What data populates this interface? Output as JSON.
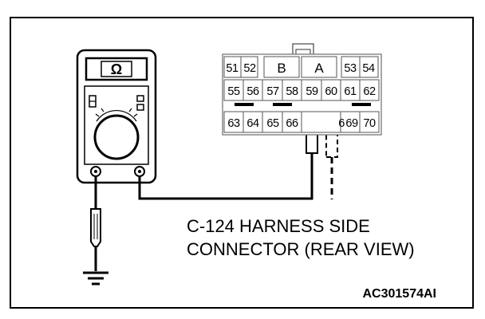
{
  "meter": {
    "display_symbol": "Ω"
  },
  "connector": {
    "header_labels": [
      "51",
      "52",
      "B",
      "A",
      "53",
      "54"
    ],
    "middle_row": [
      "55",
      "56",
      "57",
      "58",
      "59",
      "60",
      "61",
      "62"
    ],
    "bottom_row": [
      "63",
      "64",
      "65",
      "66",
      "",
      "",
      "69",
      "70"
    ],
    "partial_pin": "6"
  },
  "caption": {
    "line1": "C-124 HARNESS SIDE",
    "line2": "CONNECTOR (REAR VIEW)"
  },
  "figure_code": "AC301574AI"
}
